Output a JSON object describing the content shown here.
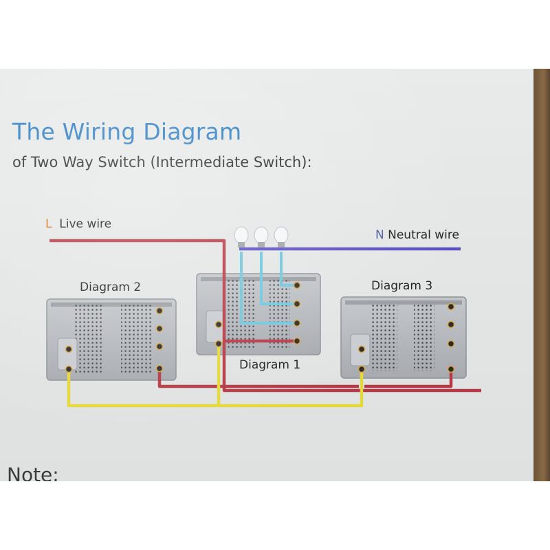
{
  "header": {
    "title": "The Wiring Diagram",
    "subtitle": "of Two Way Switch (Intermediate Switch):"
  },
  "wires": {
    "live": {
      "prefix": "L",
      "label": "Live wire"
    },
    "neutral": {
      "prefix": "N",
      "label": "Neutral wire"
    }
  },
  "switches": {
    "left": "Diagram 2",
    "center": "Diagram 1",
    "right": "Diagram 3"
  },
  "footer": {
    "note": "Note:"
  },
  "colors": {
    "title_blue": "#2f7fc4",
    "live_wire": "#b53a45",
    "neutral_wire": "#5a4fc0",
    "traveler_wire": "#e5d83a",
    "lamp_wire": "#6cc7de",
    "switch_body": "#b5b8bd"
  },
  "icons": [
    "light-bulb-icon",
    "terminal-screw-icon"
  ]
}
